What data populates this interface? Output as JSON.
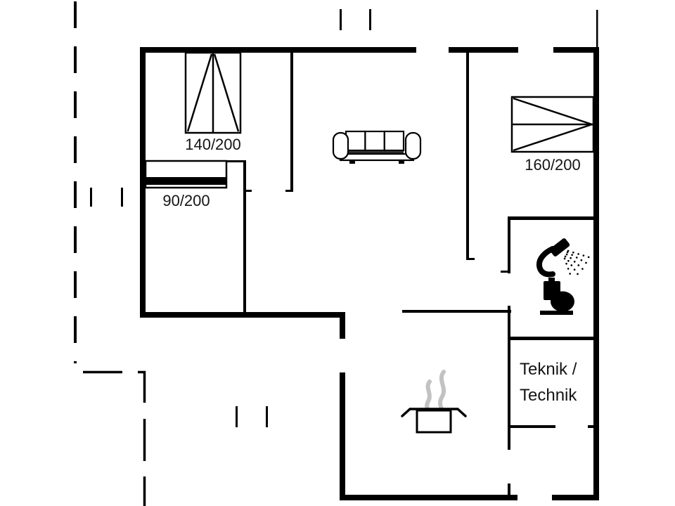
{
  "floorplan": {
    "background_color": "#ffffff",
    "line_color": "#000000",
    "text_color": "#141414",
    "steam_color": "#c2c2c2",
    "beds": [
      {
        "name": "double-bed",
        "label": "140/200"
      },
      {
        "name": "single-bed",
        "label": "90/200"
      },
      {
        "name": "double-bed",
        "label": "160/200"
      }
    ],
    "rooms": [
      {
        "name": "technical-room",
        "label_line1": "Teknik /",
        "label_line2": "Technik"
      }
    ],
    "icons": [
      "sofa-icon",
      "shower-icon",
      "toilet-icon",
      "cooking-pot-icon",
      "steam-icon"
    ]
  }
}
